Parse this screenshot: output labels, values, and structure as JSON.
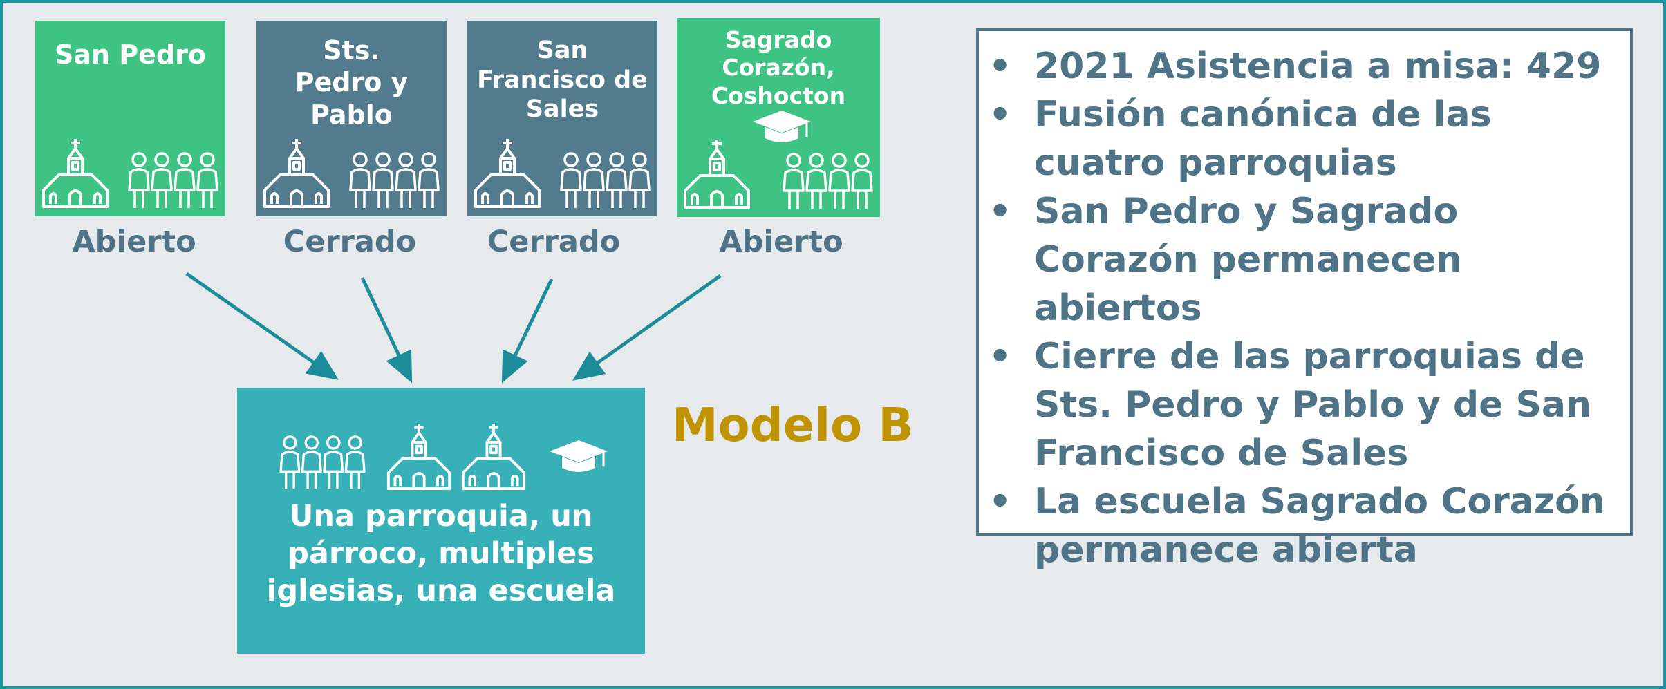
{
  "colors": {
    "open": "#3fc384",
    "closed": "#527c8e",
    "merged": "#38b0b8",
    "text_slate": "#4f7387",
    "accent_gold": "#c09400",
    "arrow": "#1c8c9a",
    "frame": "#1796a3"
  },
  "parishes": [
    {
      "name": "San Pedro",
      "status": "Abierto",
      "state": "open",
      "has_school": false
    },
    {
      "name": "Sts. Pedro y Pablo",
      "status": "Cerrado",
      "state": "closed",
      "has_school": false
    },
    {
      "name": "San Francisco de Sales",
      "status": "Cerrado",
      "state": "closed",
      "has_school": false
    },
    {
      "name": "Sagrado Corazón, Coshocton",
      "status": "Abierto",
      "state": "open",
      "has_school": true
    }
  ],
  "icons": {
    "church": "church-icon",
    "people": "people-icon",
    "school": "graduation-cap-icon"
  },
  "merged": {
    "description": "Una parroquia, un párroco, multiples iglesias, una escuela",
    "icons": [
      "people-icon",
      "church-icon",
      "church-icon",
      "graduation-cap-icon"
    ]
  },
  "model_label": "Modelo B",
  "facts": [
    "2021 Asistencia a misa: 429",
    "Fusión canónica de las cuatro parroquias",
    "San Pedro y Sagrado Corazón permanecen abiertos",
    "Cierre de las parroquias de Sts. Pedro y Pablo y de San Francisco de Sales",
    "La escuela Sagrado Corazón permanece abierta"
  ]
}
